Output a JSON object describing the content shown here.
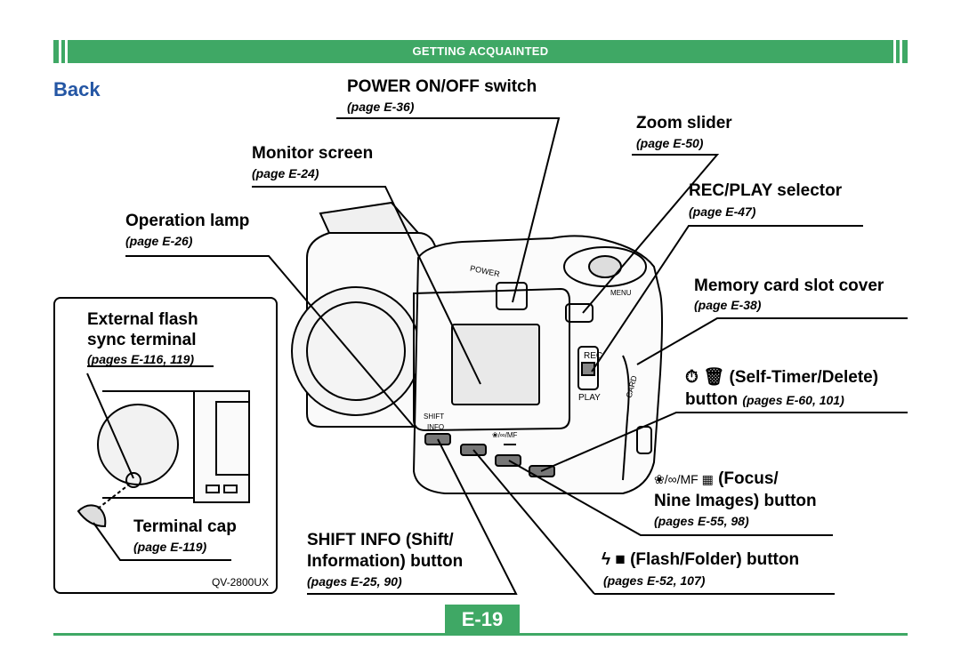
{
  "header": {
    "title": "GETTING ACQUAINTED"
  },
  "section": {
    "title": "Back"
  },
  "callouts": {
    "power": {
      "label": "POWER ON/OFF switch",
      "ref": "(page E-36)"
    },
    "zoom": {
      "label": "Zoom slider",
      "ref": "(page E-50)"
    },
    "monitor": {
      "label": "Monitor screen",
      "ref": "(page E-24)"
    },
    "rec_play": {
      "label": "REC/PLAY selector",
      "ref": "(page E-47)"
    },
    "op_lamp": {
      "label": "Operation lamp",
      "ref": "(page E-26)"
    },
    "memory": {
      "label": "Memory card slot cover",
      "ref": "(page E-38)"
    },
    "ext_flash": {
      "label_1": "External flash",
      "label_2": "sync terminal",
      "ref": "(pages E-116, 119)"
    },
    "self_timer": {
      "icons": "⏱ 🗑",
      "label": "(Self-Timer/Delete)",
      "label_2": "button",
      "ref": "(pages E-60, 101)"
    },
    "focus": {
      "icons": "❀/∞/MF ▦",
      "label": "(Focus/",
      "label_2": "Nine Images) button",
      "ref": "(pages E-55, 98)"
    },
    "terminal_cap": {
      "label": "Terminal cap",
      "ref": "(page E-119)"
    },
    "shift": {
      "label_1": "SHIFT INFO (Shift/",
      "label_2": "Information) button",
      "ref": "(pages E-25, 90)"
    },
    "flash": {
      "icons": "ϟ ■",
      "label": "(Flash/Folder) button",
      "ref": "(pages E-52, 107)"
    }
  },
  "camera_markings": {
    "power": "POWER",
    "rec": "REC",
    "play": "PLAY",
    "card": "CARD",
    "menu": "MENU",
    "shift": "SHIFT",
    "info": "INFO",
    "mf": "❀/∞/MF"
  },
  "inset": {
    "model": "QV-2800UX"
  },
  "footer": {
    "page": "E-19"
  },
  "colors": {
    "accent": "#3fa865",
    "section": "#2456a4"
  }
}
